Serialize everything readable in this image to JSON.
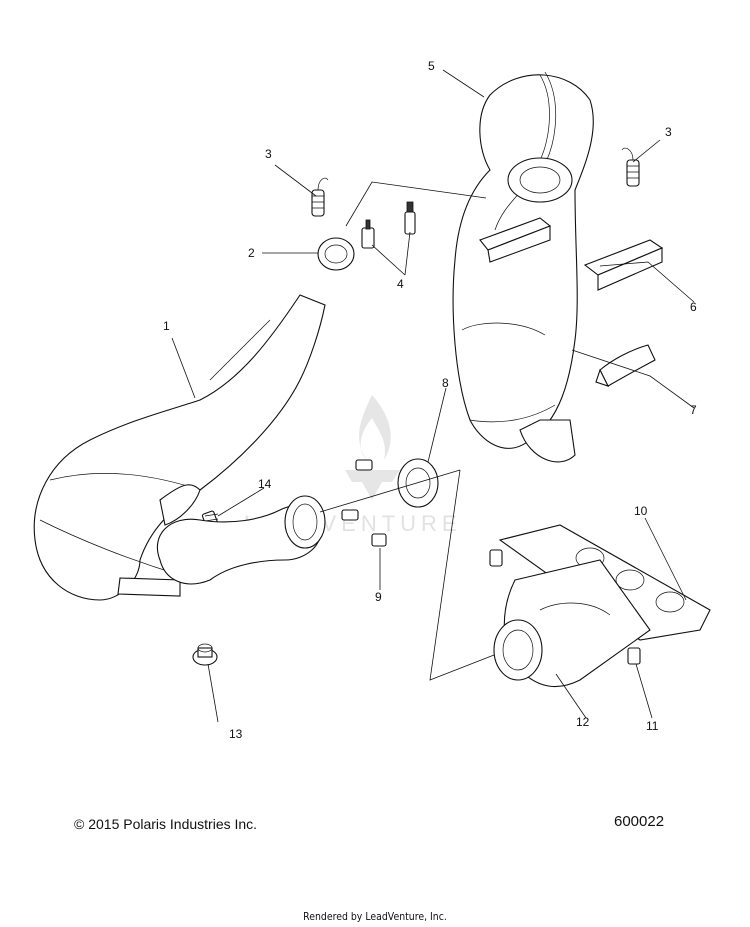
{
  "diagram": {
    "callouts": [
      "1",
      "2",
      "3",
      "3",
      "4",
      "5",
      "6",
      "7",
      "8",
      "9",
      "10",
      "11",
      "12",
      "13",
      "14"
    ],
    "watermark_text": "LEADVENTURE"
  },
  "footer": {
    "copyright": "© 2015 Polaris Industries Inc.",
    "diagram_id": "600022",
    "rendered_by": "Rendered by LeadVenture, Inc."
  }
}
